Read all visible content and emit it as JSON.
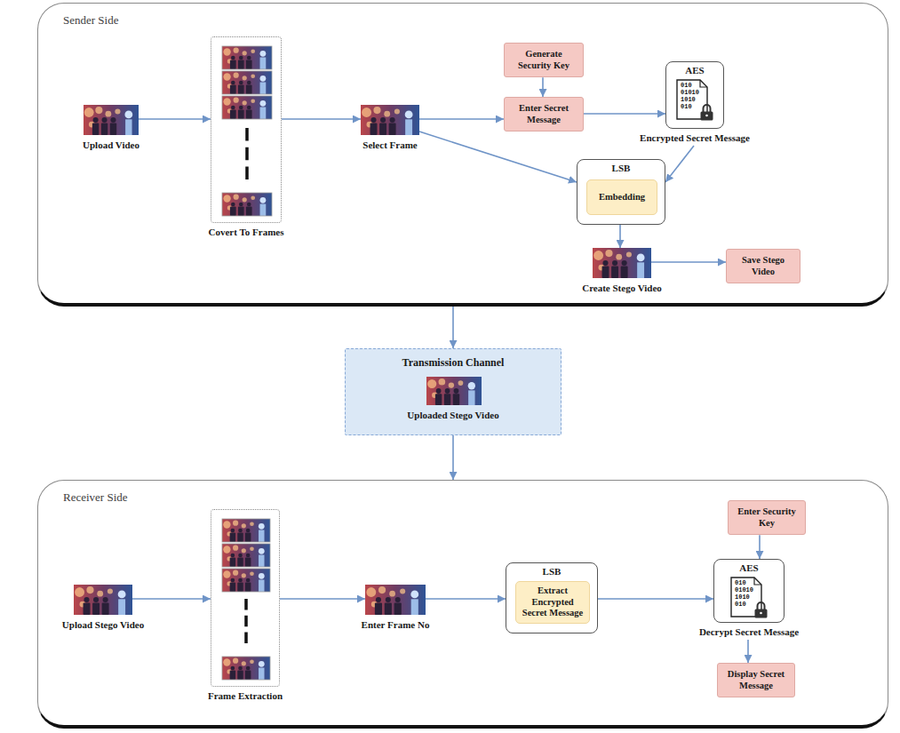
{
  "diagram": {
    "nodes": [
      {
        "text": [
          "Sender Side"
        ]
      },
      {
        "text": [
          "Upload Video"
        ],
        "in": 0
      },
      {
        "text": [
          "Covert To Frames"
        ],
        "in": 0
      },
      {
        "text": [
          "Select Frame"
        ],
        "in": 0
      },
      {
        "text": [
          "Generate Security Key"
        ],
        "in": 0
      },
      {
        "text": [
          "Enter Secret Message"
        ],
        "in": 0
      },
      {
        "text": [
          "AES",
          "Encrypted Secret Message"
        ],
        "in": 0
      },
      {
        "text": [
          "LSB"
        ],
        "in": 0
      },
      {
        "text": [
          "Embedding"
        ],
        "in": 7
      },
      {
        "text": [
          "Create Stego Video"
        ],
        "in": 0
      },
      {
        "text": [
          "Save Stego Video"
        ],
        "in": 0
      },
      {
        "text": [
          "Transmission Channel",
          "Uploaded Stego Video"
        ]
      },
      {
        "text": [
          "Receiver Side"
        ]
      },
      {
        "text": [
          "Upload Stego Video"
        ],
        "in": 12
      },
      {
        "text": [
          "Frame Extraction"
        ],
        "in": 12
      },
      {
        "text": [
          "Enter Frame No"
        ],
        "in": 12
      },
      {
        "text": [
          "LSB"
        ],
        "in": 12
      },
      {
        "text": [
          "Extract Encrypted Secret Message"
        ],
        "in": 16
      },
      {
        "text": [
          "Enter Security Key"
        ],
        "in": 12
      },
      {
        "text": [
          "AES",
          "Decrypt Secret Message"
        ],
        "in": 12
      },
      {
        "text": [
          "Display Secret Message"
        ],
        "in": 12
      }
    ],
    "edges": [
      {
        "from": 1,
        "to": 2,
        "arrow": "to"
      },
      {
        "from": 2,
        "to": 3,
        "arrow": "to"
      },
      {
        "from": 3,
        "to": 5,
        "arrow": "to"
      },
      {
        "from": 4,
        "to": 5,
        "arrow": "to"
      },
      {
        "from": 5,
        "to": 6,
        "arrow": "to"
      },
      {
        "from": 3,
        "to": 7,
        "arrow": "to"
      },
      {
        "from": 6,
        "to": 7,
        "arrow": "to"
      },
      {
        "from": 7,
        "to": 9,
        "arrow": "to"
      },
      {
        "from": 9,
        "to": 10,
        "arrow": "to"
      },
      {
        "from": 0,
        "to": 11,
        "arrow": "to"
      },
      {
        "from": 11,
        "to": 12,
        "arrow": "to"
      },
      {
        "from": 13,
        "to": 14,
        "arrow": "to"
      },
      {
        "from": 14,
        "to": 15,
        "arrow": "to"
      },
      {
        "from": 15,
        "to": 16,
        "arrow": "to"
      },
      {
        "from": 16,
        "to": 19,
        "arrow": "to"
      },
      {
        "from": 18,
        "to": 19,
        "arrow": "to"
      },
      {
        "from": 19,
        "to": 20,
        "arrow": "to"
      }
    ],
    "labels": [
      "010",
      "01010",
      "1010",
      "010",
      "010",
      "01010",
      "1010",
      "010"
    ]
  }
}
